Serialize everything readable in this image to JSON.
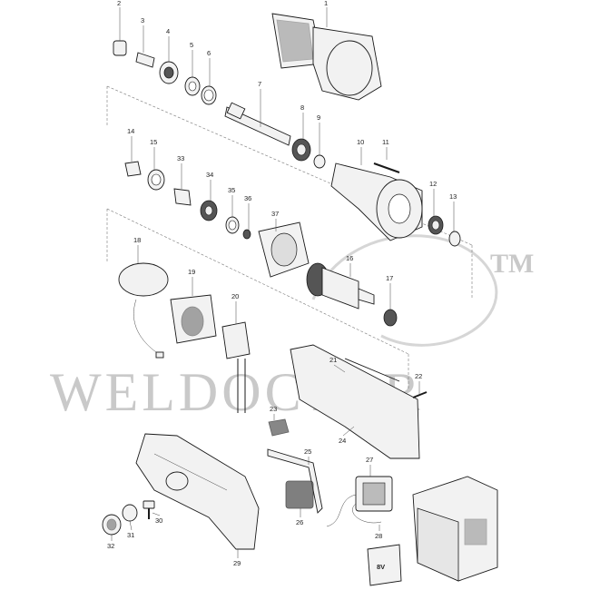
{
  "watermark": {
    "text": "WELDOCTOR",
    "trademark": "TM",
    "color": "#c9c9c9"
  },
  "parts": [
    {
      "n": "1"
    },
    {
      "n": "2"
    },
    {
      "n": "3"
    },
    {
      "n": "4"
    },
    {
      "n": "5"
    },
    {
      "n": "6"
    },
    {
      "n": "7"
    },
    {
      "n": "8"
    },
    {
      "n": "9"
    },
    {
      "n": "10"
    },
    {
      "n": "11"
    },
    {
      "n": "12"
    },
    {
      "n": "13"
    },
    {
      "n": "14"
    },
    {
      "n": "15"
    },
    {
      "n": "16"
    },
    {
      "n": "17"
    },
    {
      "n": "18"
    },
    {
      "n": "19"
    },
    {
      "n": "20"
    },
    {
      "n": "21"
    },
    {
      "n": "22"
    },
    {
      "n": "23"
    },
    {
      "n": "24"
    },
    {
      "n": "25"
    },
    {
      "n": "26"
    },
    {
      "n": "27"
    },
    {
      "n": "28"
    },
    {
      "n": "29"
    },
    {
      "n": "30"
    },
    {
      "n": "31"
    },
    {
      "n": "32"
    },
    {
      "n": "33"
    },
    {
      "n": "34"
    },
    {
      "n": "35"
    },
    {
      "n": "36"
    },
    {
      "n": "37"
    }
  ],
  "battery_label": "8V"
}
